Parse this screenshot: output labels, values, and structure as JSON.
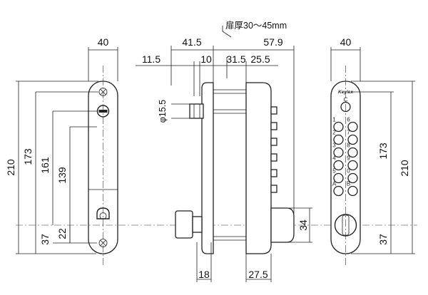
{
  "door_thickness_label": "扉厚30～45mm",
  "front_view_left": {
    "width": "40",
    "heights": [
      "210",
      "173",
      "161",
      "139",
      "37",
      "22"
    ]
  },
  "side_view": {
    "top_dims": [
      "41.5",
      "57.9"
    ],
    "second_row_dims": [
      "11.5",
      "10",
      "31.5",
      "25.5"
    ],
    "diameter": "φ15.5",
    "right_dim": "34",
    "bottom_dims": [
      "18",
      "27.5"
    ]
  },
  "front_view_right": {
    "width": "40",
    "heights": [
      "173",
      "210",
      "37"
    ],
    "brand_mark": "Keylex",
    "keys": [
      {
        "l": "C"
      },
      {
        "l": "1"
      },
      {
        "l": "6"
      },
      {
        "l": "2"
      },
      {
        "l": "7"
      },
      {
        "l": "3"
      },
      {
        "l": "8"
      },
      {
        "l": "4"
      },
      {
        "l": "9"
      },
      {
        "l": "5"
      },
      {
        "l": "0"
      },
      {
        "l": "A"
      },
      {
        "l": "B"
      }
    ]
  }
}
